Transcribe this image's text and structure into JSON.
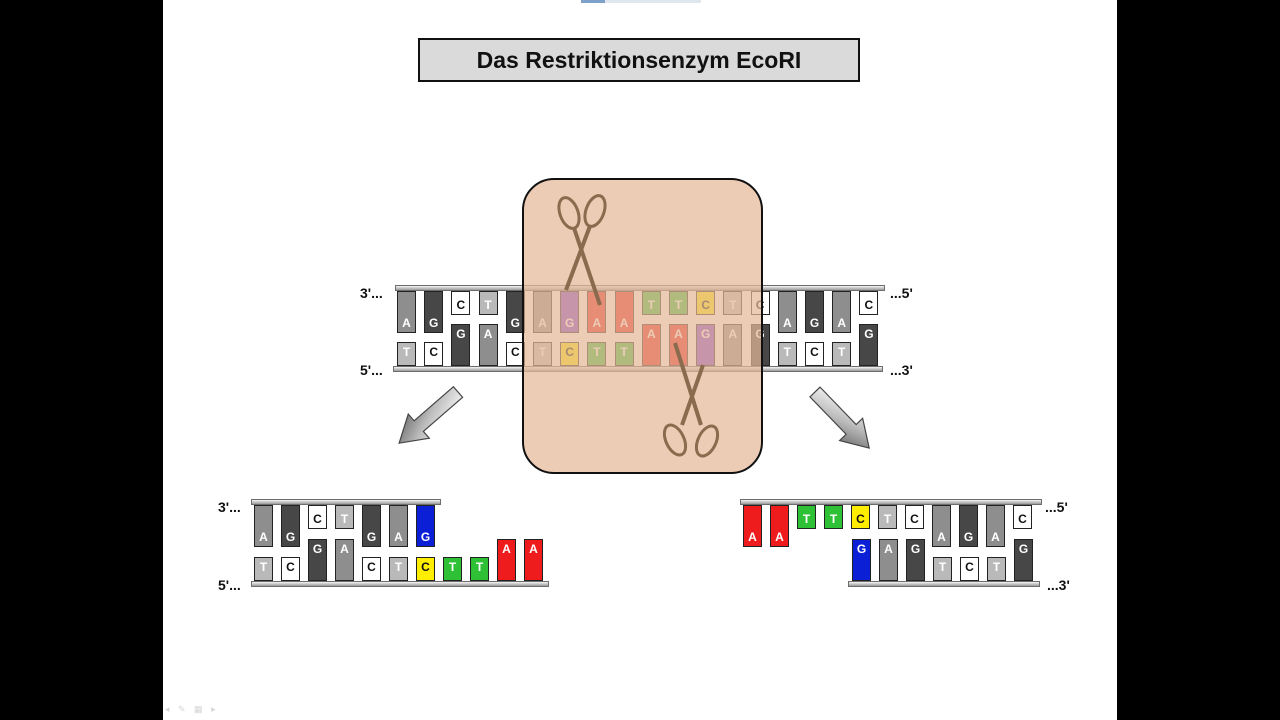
{
  "title": "Das Restriktionsenzym EcoRI",
  "labels": {
    "top_left_top": "3'...",
    "top_left_bottom": "5'...",
    "top_right_top": "...5'",
    "top_right_bottom": "...3'",
    "left_frag_top": "3'...",
    "left_frag_bottom": "5'...",
    "right_frag_top": "...5'",
    "right_frag_bottom": "...3'"
  },
  "dna": {
    "top_strand": [
      {
        "b": "A",
        "c": "gray"
      },
      {
        "b": "G",
        "c": "dark"
      },
      {
        "b": "C",
        "c": "white"
      },
      {
        "b": "T",
        "c": "light"
      },
      {
        "b": "G",
        "c": "dark"
      },
      {
        "b": "A",
        "c": "gray"
      },
      {
        "b": "G",
        "c": "purple"
      },
      {
        "b": "A",
        "c": "red"
      },
      {
        "b": "A",
        "c": "red"
      },
      {
        "b": "T",
        "c": "green"
      },
      {
        "b": "T",
        "c": "green"
      },
      {
        "b": "C",
        "c": "yellow"
      },
      {
        "b": "T",
        "c": "light"
      },
      {
        "b": "C",
        "c": "white"
      },
      {
        "b": "A",
        "c": "gray"
      },
      {
        "b": "G",
        "c": "dark"
      },
      {
        "b": "A",
        "c": "gray"
      },
      {
        "b": "C",
        "c": "white"
      }
    ],
    "bottom_strand": [
      {
        "b": "T",
        "c": "light"
      },
      {
        "b": "C",
        "c": "white"
      },
      {
        "b": "G",
        "c": "dark"
      },
      {
        "b": "A",
        "c": "gray"
      },
      {
        "b": "C",
        "c": "white"
      },
      {
        "b": "T",
        "c": "light"
      },
      {
        "b": "C",
        "c": "yellow"
      },
      {
        "b": "T",
        "c": "green"
      },
      {
        "b": "T",
        "c": "green"
      },
      {
        "b": "A",
        "c": "red"
      },
      {
        "b": "A",
        "c": "red"
      },
      {
        "b": "G",
        "c": "purple"
      },
      {
        "b": "A",
        "c": "gray"
      },
      {
        "b": "G",
        "c": "dark"
      },
      {
        "b": "T",
        "c": "light"
      },
      {
        "b": "C",
        "c": "white"
      },
      {
        "b": "T",
        "c": "light"
      },
      {
        "b": "G",
        "c": "dark"
      }
    ]
  },
  "left_fragment": {
    "top_strand": [
      {
        "b": "A",
        "c": "gray"
      },
      {
        "b": "G",
        "c": "dark"
      },
      {
        "b": "C",
        "c": "white"
      },
      {
        "b": "T",
        "c": "light"
      },
      {
        "b": "G",
        "c": "dark"
      },
      {
        "b": "A",
        "c": "gray"
      },
      {
        "b": "G",
        "c": "blue"
      }
    ],
    "bottom_strand": [
      {
        "b": "T",
        "c": "light"
      },
      {
        "b": "C",
        "c": "white"
      },
      {
        "b": "G",
        "c": "dark"
      },
      {
        "b": "A",
        "c": "gray"
      },
      {
        "b": "C",
        "c": "white"
      },
      {
        "b": "T",
        "c": "light"
      },
      {
        "b": "C",
        "c": "yellow"
      },
      {
        "b": "T",
        "c": "green"
      },
      {
        "b": "T",
        "c": "green"
      },
      {
        "b": "A",
        "c": "red"
      },
      {
        "b": "A",
        "c": "red"
      }
    ]
  },
  "right_fragment": {
    "top_strand": [
      {
        "b": "A",
        "c": "red"
      },
      {
        "b": "A",
        "c": "red"
      },
      {
        "b": "T",
        "c": "green"
      },
      {
        "b": "T",
        "c": "green"
      },
      {
        "b": "C",
        "c": "yellow"
      },
      {
        "b": "T",
        "c": "light"
      },
      {
        "b": "C",
        "c": "white"
      },
      {
        "b": "A",
        "c": "gray"
      },
      {
        "b": "G",
        "c": "dark"
      },
      {
        "b": "A",
        "c": "gray"
      },
      {
        "b": "C",
        "c": "white"
      }
    ],
    "bottom_strand": [
      {
        "b": "G",
        "c": "blue"
      },
      {
        "b": "A",
        "c": "gray"
      },
      {
        "b": "G",
        "c": "dark"
      },
      {
        "b": "T",
        "c": "light"
      },
      {
        "b": "C",
        "c": "white"
      },
      {
        "b": "T",
        "c": "light"
      },
      {
        "b": "G",
        "c": "dark"
      }
    ]
  },
  "colors": {
    "enzyme_fill": "#e5b998",
    "scissors": "#8b6b4e",
    "title_box": "#dadada"
  },
  "icons": [
    "scissors-icon",
    "arrow-down-left-icon",
    "arrow-down-right-icon"
  ]
}
